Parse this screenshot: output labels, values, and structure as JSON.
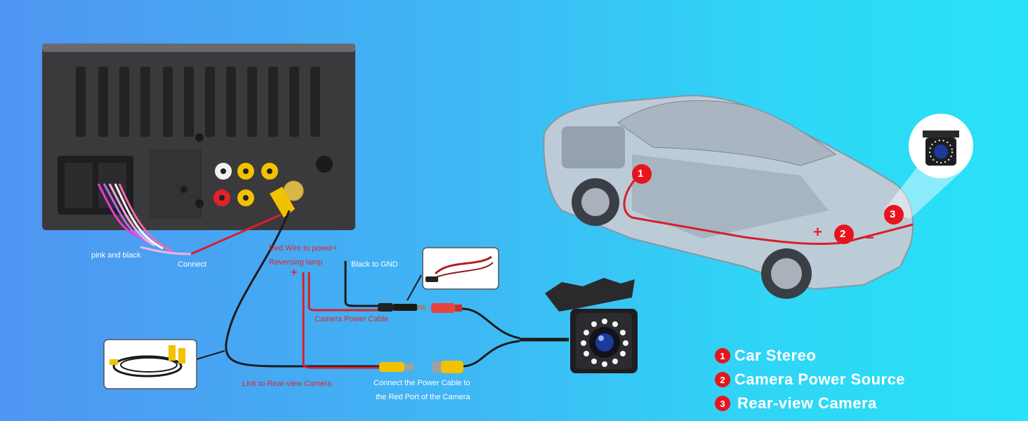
{
  "wiring_labels": {
    "pink_black": "pink and black",
    "connect": "Connect",
    "red_wire_power": "Red Wire to power+",
    "reversing_lamp": "Reversing lamp",
    "plus_left": "+",
    "black_gnd": "Black to GND",
    "camera_power_cable": "Camera Power Cable",
    "link_rear_view": "Link to Rear-view Camera",
    "connect_power_line1": "Connect the Power Cable to",
    "connect_power_line2": "the Red Port of the Camera"
  },
  "car_markers": {
    "m1": "1",
    "m2": "2",
    "m3": "3",
    "plus": "+",
    "minus": "−"
  },
  "legend": [
    {
      "num": "1",
      "text": "Car Stereo"
    },
    {
      "num": "2",
      "text": "Camera Power Source"
    },
    {
      "num": "3",
      "text": "Rear-view Camera"
    }
  ],
  "colors": {
    "wire_red": "#d81f2a",
    "wire_black": "#1b1b1b",
    "marker_red": "#e8141c",
    "stereo_body": "#3a3a3c",
    "rca_yellow": "#f2c200"
  },
  "icons": [
    "car-stereo-icon",
    "camera-icon",
    "cable-coil-icon",
    "power-cable-icon",
    "car-xray-icon"
  ]
}
